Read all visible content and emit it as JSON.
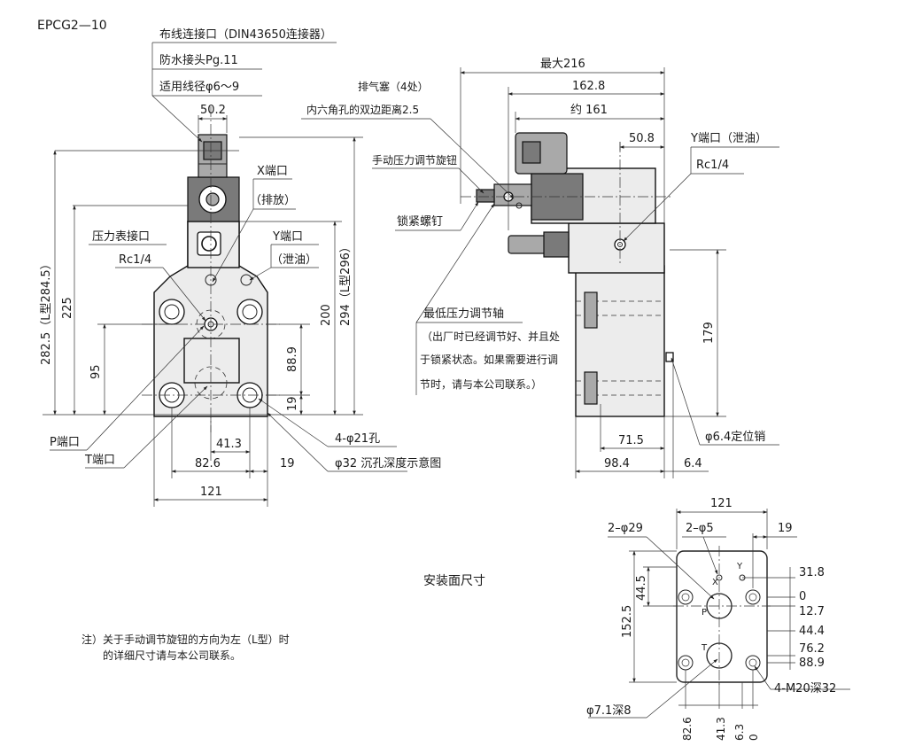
{
  "model_title": "EPCG2—10",
  "front_view": {
    "wiring_port_label": "布线连接口（DIN43650连接器）",
    "waterproof_joint_label": "防水接头Pg.11",
    "wire_diameter_label": "适用线径φ6～9",
    "dim_50_2": "50.2",
    "x_port_label": "X端口",
    "x_port_note": "（排放）",
    "gauge_port_label": "压力表接口",
    "gauge_thread": "Rc1/4",
    "y_port_label": "Y端口",
    "y_port_note": "（泄油）",
    "dim_282_5": "282.5（L型284.5）",
    "dim_225": "225",
    "dim_95": "95",
    "dim_200": "200",
    "dim_294": "294（L型296）",
    "dim_88_9": "88.9",
    "dim_19_v": "19",
    "p_port_label": "P端口",
    "t_port_label": "T端口",
    "dim_41_3": "41.3",
    "dim_82_6": "82.6",
    "dim_19_h": "19",
    "dim_121": "121",
    "holes_label": "4-φ21孔",
    "counterbore_label": "φ32 沉孔深度示意图"
  },
  "side_view": {
    "dim_max_216": "最大216",
    "dim_162_8": "162.8",
    "dim_161": "约 161",
    "dim_50_8": "50.8",
    "vent_plug_label": "排气塞（4处）",
    "hex_label": "内六角孔的双边距离2.5",
    "manual_knob_label": "手动压力调节旋钮",
    "lock_screw_label": "锁紧螺钉",
    "y_port_label": "Y端口（泄油）",
    "y_port_thread": "Rc1/4",
    "min_shaft_label": "最低压力调节轴",
    "min_shaft_note_1": "（出厂时已经调节好、并且处",
    "min_shaft_note_2": "于锁紧状态。如果需要进行调",
    "min_shaft_note_3": "节时，请与本公司联系。）",
    "dim_179": "179",
    "dim_71_5": "71.5",
    "dim_98_4": "98.4",
    "dim_6_4": "6.4",
    "pin_label": "φ6.4定位销"
  },
  "mount_face": {
    "section_title": "安装面尺寸",
    "dim_121": "121",
    "dim_2_phi29": "2–φ29",
    "dim_2_phi5": "2–φ5",
    "dim_19": "19",
    "dim_44_5": "44.5",
    "dim_152_5": "152.5",
    "coord_31_8": "31.8",
    "coord_0": "0",
    "coord_12_7": "12.7",
    "coord_44_4": "44.4",
    "coord_76_2": "76.2",
    "coord_88_9": "88.9",
    "m20_label": "4-M20深32",
    "phi7_label": "φ7.1深8",
    "bottom_82_6": "82.6",
    "bottom_41_3": "41.3",
    "bottom_6_3": "6.3",
    "bottom_0": "0",
    "port_x": "X",
    "port_y": "Y",
    "port_p": "P",
    "port_t": "T"
  },
  "note": {
    "line_1": "注）关于手动调节旋钮的方向为左（L型）时",
    "line_2": "的详细尺寸请与本公司联系。"
  }
}
